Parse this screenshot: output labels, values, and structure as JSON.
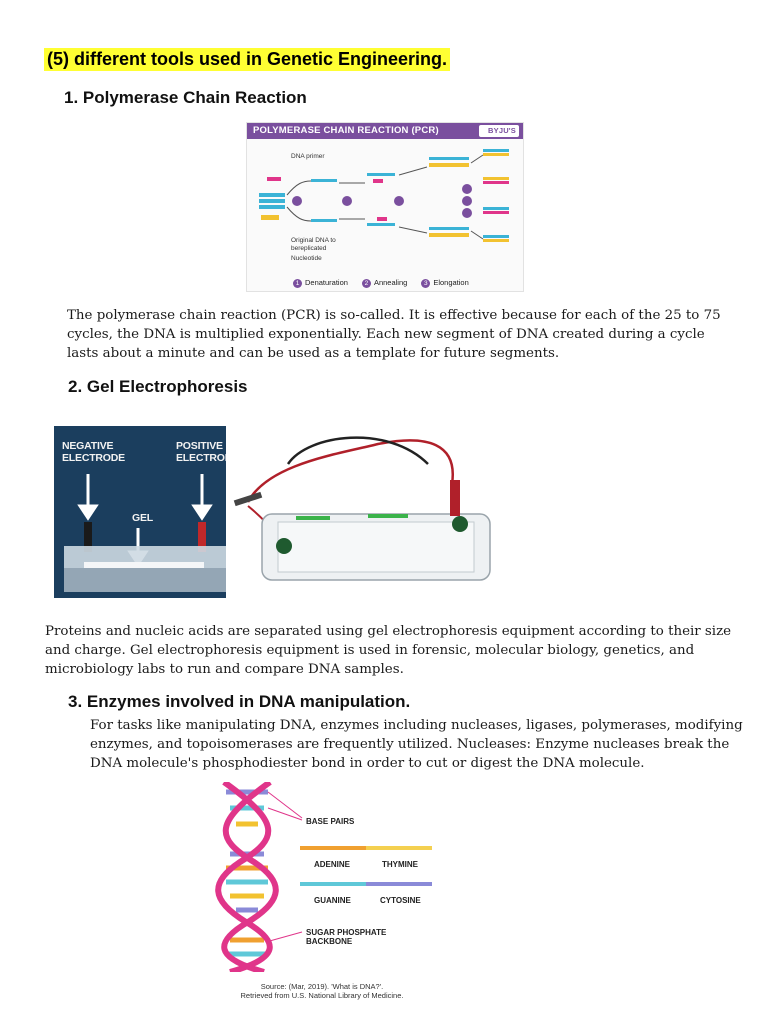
{
  "title": "(5) different tools used in Genetic Engineering.",
  "section1": {
    "heading": "1.  Polymerase Chain Reaction",
    "figure": {
      "header": "POLYMERASE CHAIN REACTION (PCR)",
      "logo": "BYJU'S",
      "labels": {
        "primer": "DNA primer",
        "original": "Original DNA to bereplicated",
        "nucleotide": "Nucleotide"
      },
      "legend": [
        {
          "num": "1",
          "text": "Denaturation"
        },
        {
          "num": "2",
          "text": "Annealing"
        },
        {
          "num": "3",
          "text": "Elongation"
        }
      ]
    },
    "text": "The polymerase chain reaction (PCR) is so-called. It is effective because for each of the 25 to 75 cycles, the DNA is multiplied exponentially. Each new segment of DNA created during a cycle lasts about a minute and can be used as a template for future segments."
  },
  "section2": {
    "heading": "2.  Gel Electrophoresis",
    "figure": {
      "negative": "NEGATIVE ELECTRODE",
      "positive": "POSITIVE ELECTRODE",
      "gel": "GEL"
    },
    "text": "Proteins and nucleic acids are separated using gel electrophoresis equipment according to their size and charge. Gel electrophoresis equipment is used in forensic, molecular biology, genetics, and microbiology labs to run and compare DNA samples."
  },
  "section3": {
    "heading": "3.  Enzymes involved in DNA manipulation.",
    "text": "For tasks like manipulating DNA, enzymes including nucleases, ligases, polymerases, modifying enzymes, and topoisomerases are frequently utilized. Nucleases: Enzyme nucleases break the DNA molecule's phosphodiester bond in order to cut or digest the DNA molecule.",
    "figure": {
      "base_pairs": "BASE PAIRS",
      "adenine": "ADENINE",
      "thymine": "THYMINE",
      "guanine": "GUANINE",
      "cytosine": "CYTOSINE",
      "backbone": "SUGAR PHOSPHATE BACKBONE",
      "source_line1": "Source: (Mar, 2019). 'What is DNA?'.",
      "source_line2": "Retrieved from U.S. National Library of Medicine.",
      "colors": {
        "adenine": "#f0a030",
        "thymine": "#f4d050",
        "guanine": "#5fc8d8",
        "cytosine": "#8a8ad8",
        "backbone": "#e0358a"
      }
    }
  }
}
